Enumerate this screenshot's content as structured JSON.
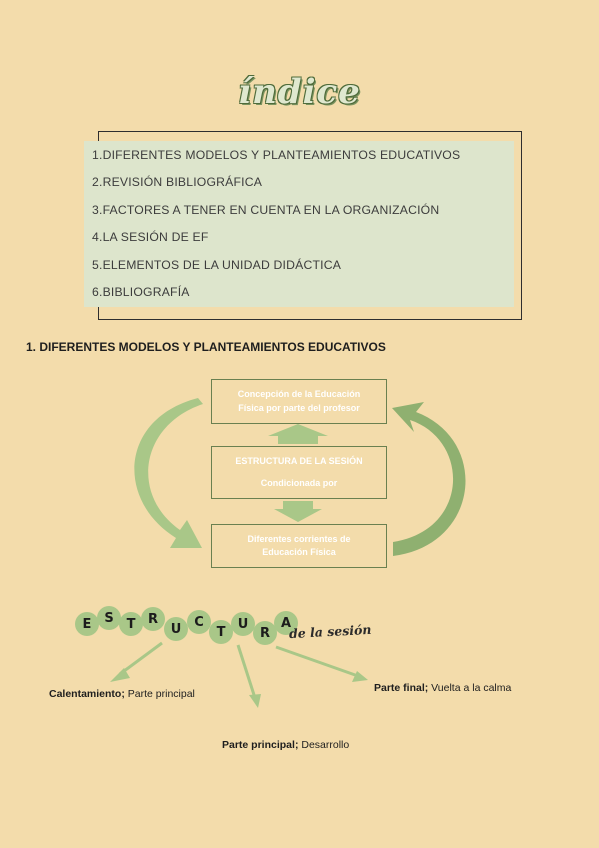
{
  "title": "índice",
  "index": {
    "items": [
      "1.DIFERENTES MODELOS Y PLANTEAMIENTOS EDUCATIVOS",
      "2.REVISIÓN BIBLIOGRÁFICA",
      "3.FACTORES A TENER EN CUENTA EN LA ORGANIZACIÓN",
      "4.LA SESIÓN DE EF",
      "5.ELEMENTOS DE LA UNIDAD DIDÁCTICA",
      "6.BIBLIOGRAFÍA"
    ]
  },
  "section1": {
    "heading": "1.  DIFERENTES MODELOS Y PLANTEAMIENTOS EDUCATIVOS"
  },
  "diagram": {
    "top_line1": "Concepción de la Educación",
    "top_line2": "Física por parte del profesor",
    "mid_line1": "ESTRUCTURA DE LA SESIÓN",
    "mid_line2": "Condicionada por",
    "bot_line1": "Diferentes corrientes de",
    "bot_line2": "Educación Física"
  },
  "estructura": {
    "letters": [
      "E",
      "S",
      "T",
      "R",
      "U",
      "C",
      "T",
      "U",
      "R",
      "A"
    ],
    "suffix": "de la sesión",
    "branches": {
      "left_bold": "Calentamiento;",
      "left_rest": " Parte principal",
      "right_bold": "Parte final;",
      "right_rest": " Vuelta a la calma",
      "bottom_bold": "Parte principal;",
      "bottom_rest": " Desarrollo"
    }
  },
  "colors": {
    "background": "#f3dcab",
    "panel": "#dde5cc",
    "accent_green": "#a9c788",
    "dark_green": "#6a8050"
  }
}
